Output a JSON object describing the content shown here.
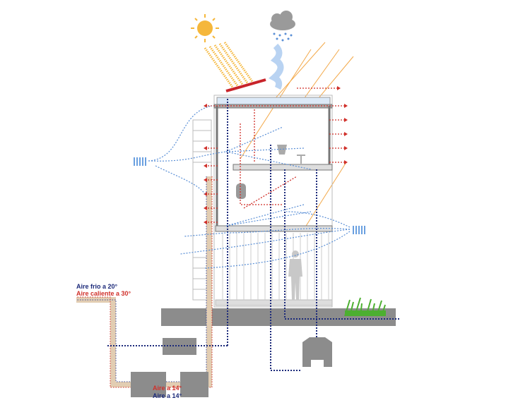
{
  "legend": {
    "cold_air": "Aire frio a 20°",
    "hot_air": "Aire caliente a 30°"
  },
  "underground": {
    "hot_label": "Aire a 14°",
    "cold_label": "Aire a 14°"
  },
  "colors": {
    "cold": "#3a4a9a",
    "hot": "#d0302a",
    "sun": "#f5b73b",
    "ground": "#8c8c8c",
    "light_blue": "#5a8fd6",
    "grass": "#4caf30"
  },
  "icons": [
    "sun-icon",
    "rain-cloud-icon",
    "solar-panel-icon",
    "person-silhouette-icon",
    "grass-icon",
    "cistern-icon"
  ]
}
